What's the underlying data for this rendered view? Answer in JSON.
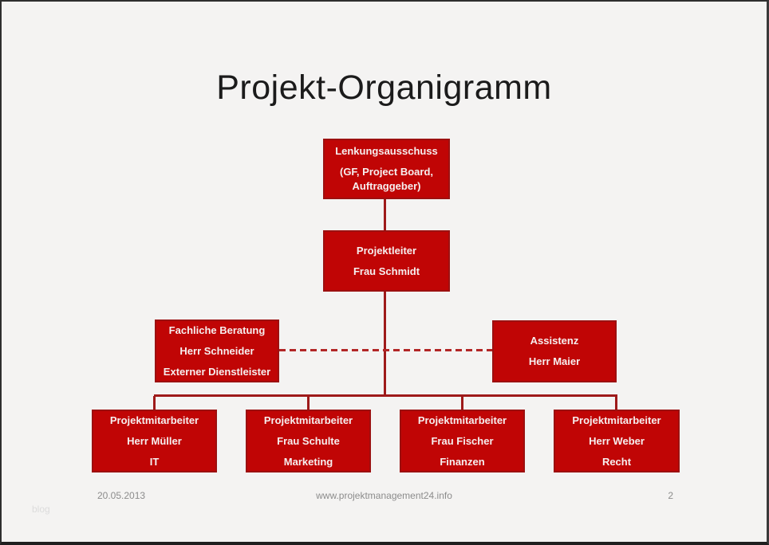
{
  "slide": {
    "title": "Projekt-Organigramm",
    "footer": {
      "date": "20.05.2013",
      "url": "www.projektmanagement24.info",
      "page_number": "2"
    },
    "watermark": "blog"
  },
  "org": {
    "nodes": {
      "steering": {
        "lines": [
          "Lenkungsausschuss",
          "(GF, Project Board,",
          "Auftraggeber)"
        ]
      },
      "leader": {
        "lines": [
          "Projektleiter",
          "Frau Schmidt"
        ]
      },
      "advisory": {
        "lines": [
          "Fachliche Beratung",
          "Herr Schneider",
          "Externer Dienstleister"
        ]
      },
      "assistant": {
        "lines": [
          "Assistenz",
          "Herr Maier"
        ]
      },
      "member1": {
        "lines": [
          "Projektmitarbeiter",
          "Herr Müller",
          "IT"
        ]
      },
      "member2": {
        "lines": [
          "Projektmitarbeiter",
          "Frau Schulte",
          "Marketing"
        ]
      },
      "member3": {
        "lines": [
          "Projektmitarbeiter",
          "Frau Fischer",
          "Finanzen"
        ]
      },
      "member4": {
        "lines": [
          "Projektmitarbeiter",
          "Herr Weber",
          "Recht"
        ]
      }
    }
  },
  "colors": {
    "box_fill": "#c00505",
    "box_border": "#9c1010",
    "connector": "#9e1a1a",
    "dashed_connector": "#b22626",
    "text_on_red": "#f6efef",
    "background": "#f4f3f2",
    "footer_text": "#8c8c8c"
  }
}
